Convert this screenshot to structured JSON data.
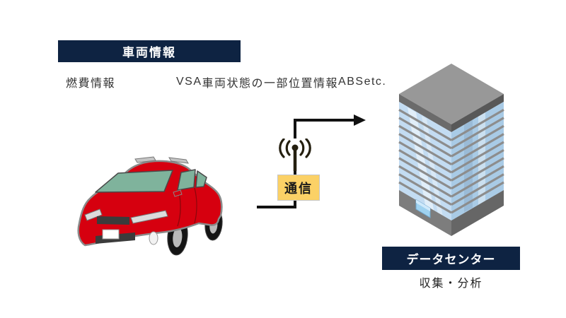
{
  "colors": {
    "navy": "#0e2342",
    "yellow": "#fbd166",
    "yellow-border": "#c6c6c6",
    "text": "#333333",
    "arrow": "#111111",
    "car-red": "#d6000f",
    "glass-green": "#7fb39c",
    "glass-left": "#c3dcf2",
    "glass-right": "#a9cbe6",
    "stripe": "#8d8d8d",
    "roof": "#989898",
    "base": "#7d7d7d"
  },
  "vehicle_info": {
    "title": "車両情報",
    "items_left": [
      "燃費情報",
      "VSA",
      "車両状態の一部"
    ],
    "items_right": [
      "位置情報",
      "ABS",
      "etc."
    ]
  },
  "communication": {
    "label": "通信",
    "icon": "antenna-icon"
  },
  "data_center": {
    "title": "データセンター",
    "subtitle": "収集・分析",
    "icon": "office-building-illustration"
  },
  "car": {
    "icon": "red-car-illustration"
  }
}
